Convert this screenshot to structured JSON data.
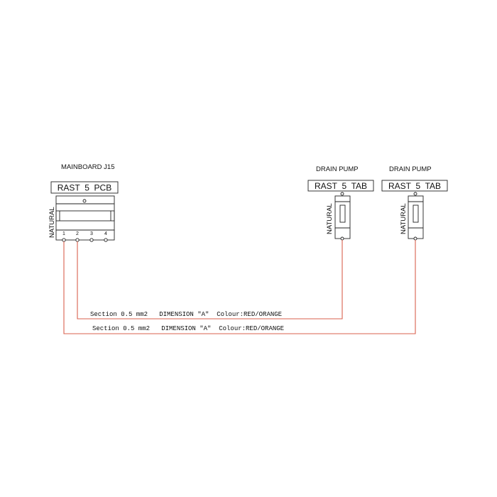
{
  "mainboard": {
    "title": "MAINBOARD J15",
    "connector_label": "RAST  5  PCB",
    "side_label": "NATURAL",
    "pins": [
      "1",
      "2",
      "3",
      "4"
    ]
  },
  "pump_left": {
    "title": "DRAIN PUMP",
    "connector_label": "RAST  5  TAB",
    "side_label": "NATURAL"
  },
  "pump_right": {
    "title": "DRAIN PUMP",
    "connector_label": "RAST  5  TAB",
    "side_label": "NATURAL"
  },
  "wires": [
    {
      "label": "Section 0.5 mm2   DIMENSION \"A\"  Colour:RED/ORANGE",
      "from_pin": "2",
      "to": "pump_left"
    },
    {
      "label": "Section 0.5 mm2   DIMENSION \"A\"  Colour:RED/ORANGE",
      "from_pin": "1",
      "to": "pump_right"
    }
  ],
  "colors": {
    "wire": "#d9614e",
    "line": "#222222"
  }
}
